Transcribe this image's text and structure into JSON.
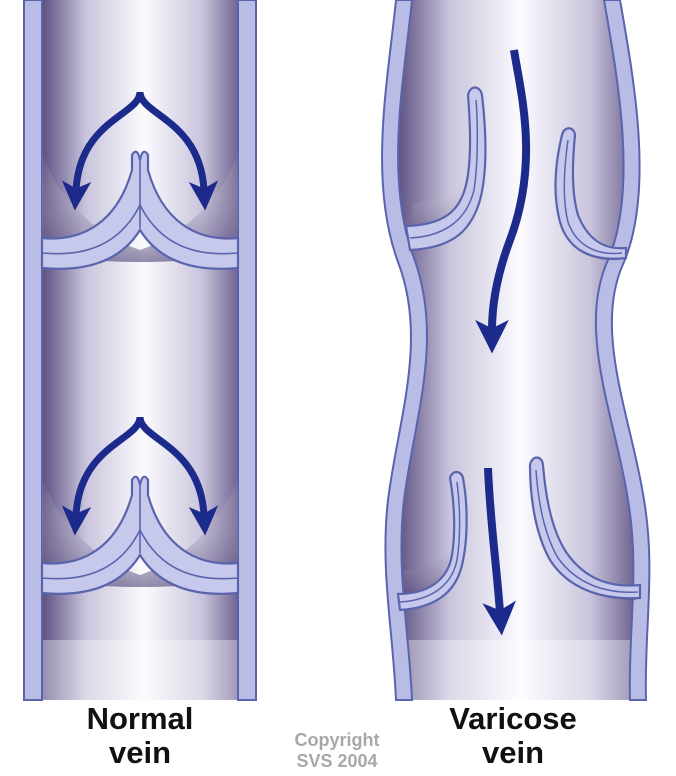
{
  "labels": {
    "normal": [
      "Normal",
      "vein"
    ],
    "varicose": [
      "Varicose",
      "vein"
    ],
    "copyright": [
      "Copyright",
      "SVS 2004"
    ]
  },
  "colors": {
    "wall": "#b9bde6",
    "wall_outline": "#5a64ad",
    "lumen_light": "#ffffff",
    "lumen_shadow": "#5d4e86",
    "arrow": "#1c2a8c",
    "caption": "#111111",
    "copyright": "#a8a8a8"
  },
  "icons": [
    "vein-wall",
    "valve-flap",
    "flow-arrow"
  ]
}
